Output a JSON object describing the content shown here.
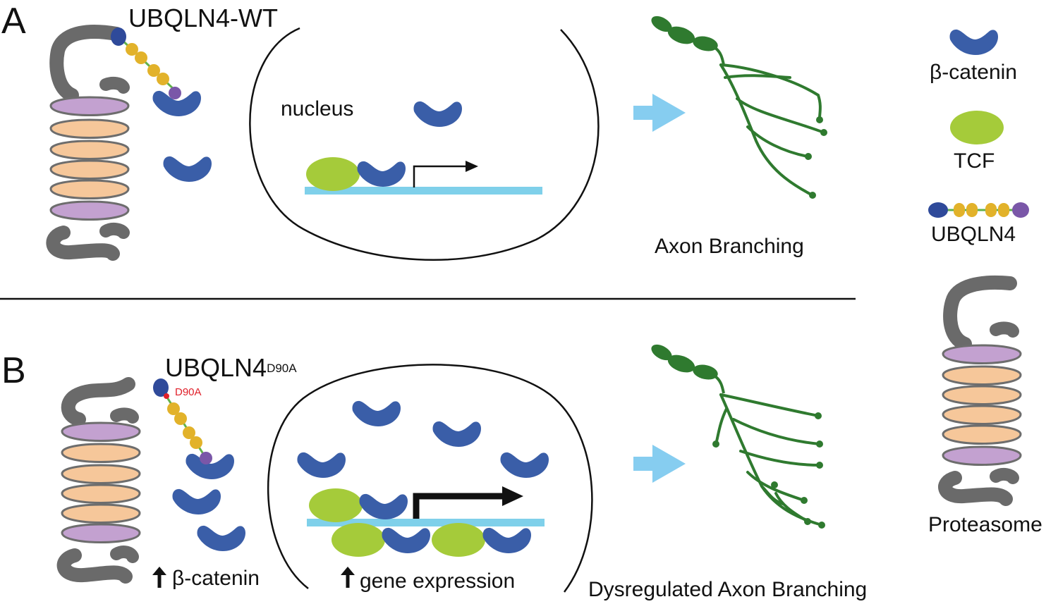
{
  "panel_a": {
    "letter": "A",
    "protein_label": "UBQLN4-WT",
    "nucleus_label": "nucleus",
    "outcome_label": "Axon Branching"
  },
  "panel_b": {
    "letter": "B",
    "protein_label_main": "UBQLN4",
    "protein_label_sup": "D90A",
    "mutation_label": "D90A",
    "beta_catenin_label": "β-catenin",
    "gene_expression_label": "gene expression",
    "outcome_label": "Dysregulated Axon Branching"
  },
  "legend": {
    "beta_catenin": "β-catenin",
    "tcf": "TCF",
    "ubqln4": "UBQLN4",
    "proteasome": "Proteasome"
  },
  "colors": {
    "beta_catenin": "#3a5ea8",
    "tcf": "#a5cb3a",
    "ubl_domain": "#2f4a9a",
    "uba_domain": "#7a57a8",
    "sti1_repeats": "#e2b22a",
    "linker": "#62b24a",
    "proteasome_lid": "#6a6a6a",
    "proteasome_alpha": "#c3a1d0",
    "proteasome_beta": "#f6c79a",
    "dna": "#7fd0ea",
    "arrow": "#86cdf0",
    "axon": "#2f7a2f",
    "mutation": "#e0202a"
  },
  "icons": [
    "proteasome-icon",
    "beta-catenin-icon",
    "tcf-icon",
    "ubqln4-icon",
    "neuron-icon",
    "transcription-arrow-icon",
    "up-arrow-icon"
  ]
}
